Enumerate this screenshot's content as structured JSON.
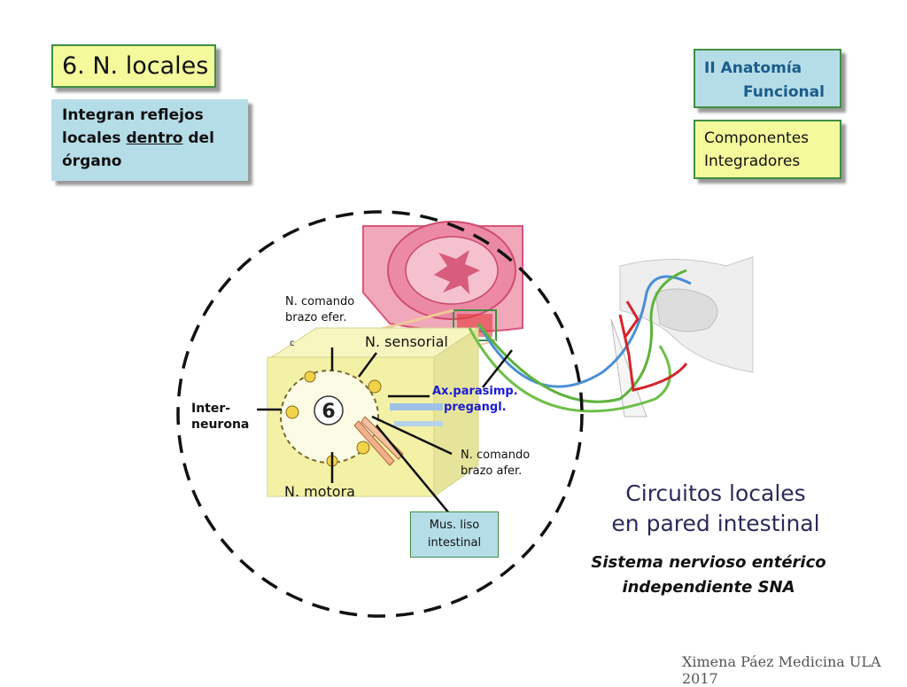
{
  "header": {
    "title": "6. N. locales",
    "description_lines": [
      "Integran reflejos",
      "locales ",
      "dentro",
      " del",
      "órgano"
    ],
    "section_line1": "II Anatomía",
    "section_line2": "Funcional",
    "component_line1": "Componentes",
    "component_line2": "Integradores"
  },
  "diagram": {
    "number": "6",
    "labels": {
      "cmd_eff_1": "N. comando",
      "cmd_eff_2": "brazo efer.",
      "small_c": "c",
      "sensory": "N. sensorial",
      "ax_1": "Ax.parasimp.",
      "ax_2": "pregangl.",
      "inter_1": "Inter-",
      "inter_2": "neurona",
      "cmd_aff_1": "N. comando",
      "cmd_aff_2": "brazo afer.",
      "motor": "N. motora",
      "mus_1": "Mus. liso",
      "mus_2": "intestinal"
    },
    "colors": {
      "dashed_circle": "#111111",
      "cube": "#f2f1a6",
      "intestine": "#e9789a",
      "green_path": "#5cb33c",
      "blue_path": "#4a8fd4",
      "red_path": "#d4242a"
    }
  },
  "caption": {
    "title_1": "Circuitos locales",
    "title_2": "en pared intestinal",
    "sub_1": "Sistema nervioso entérico",
    "sub_2": "independiente SNA"
  },
  "footer": "Ximena Páez Medicina ULA 2017"
}
